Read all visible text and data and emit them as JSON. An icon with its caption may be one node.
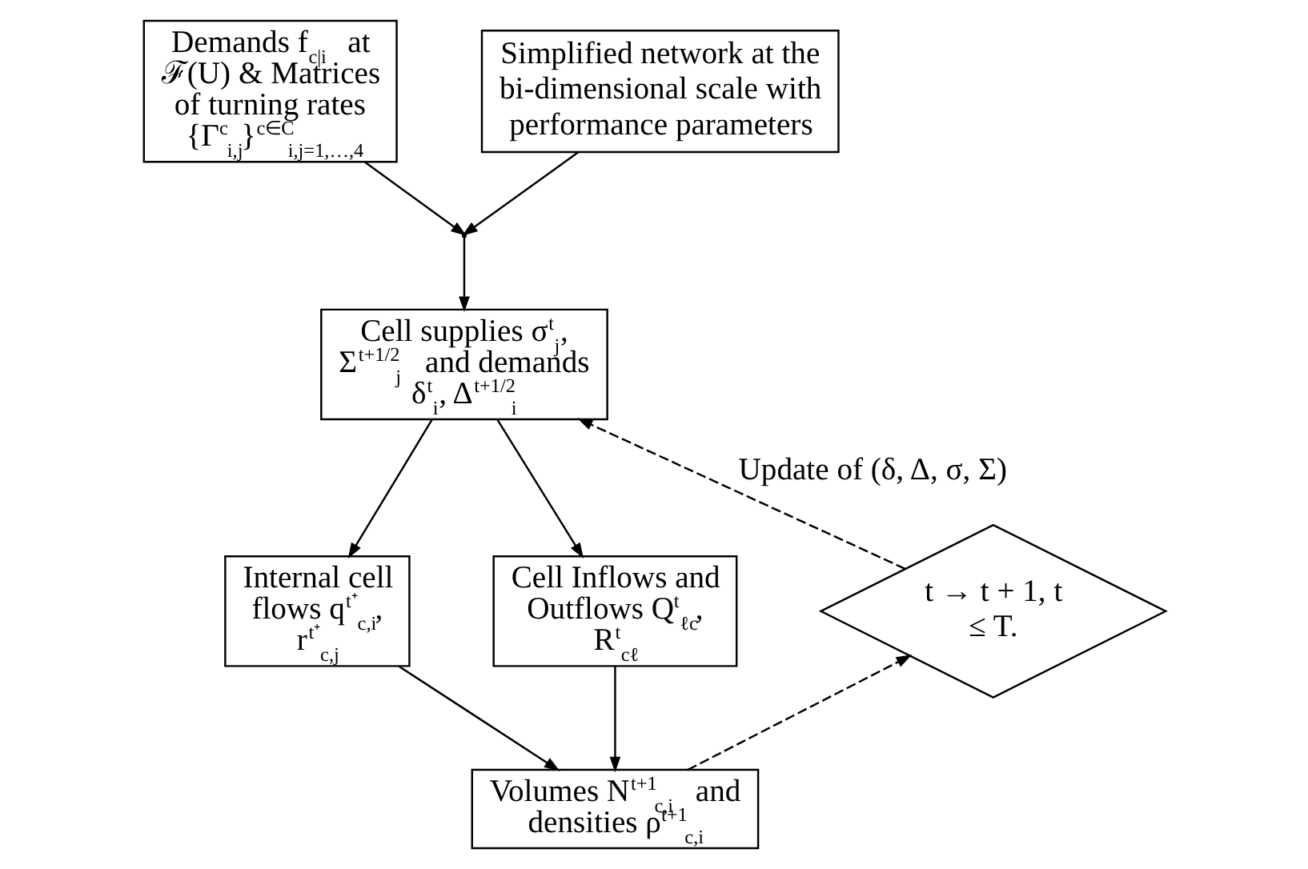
{
  "diagram": {
    "nodes": [
      {
        "text": [
          "Demands f$_{c|i}$ at ℱ(U) & Matrices of turning rates {Γ$^{c}$$_{i,j}$}$^{c∈C}$$_{i,j=1,…,4}$"
        ]
      },
      {
        "text": [
          "Simplified network at the bi-dimensional scale with performance parameters"
        ]
      },
      {
        "text": [],
        "shape": "point"
      },
      {
        "text": [
          "Cell supplies σ$^{t}$$_{j}$, Σ$^{t+1/2}$$_{j}$ and demands δ$^{t}$$_{i}$, Δ$^{t+1/2}$$_{i}$"
        ]
      },
      {
        "text": [
          "Internal cell flows q$^{t⁺}$$_{c,i}$, r$^{t⁺}$$_{c,j}$"
        ]
      },
      {
        "text": [
          "Cell Inflows and Outflows Q$^{t}$$_{ℓc}$, R$^{t}$$_{cℓ}$"
        ]
      },
      {
        "text": [
          "Volumes N$^{t+1}$$_{c,i}$ and densities ρ$^{t+1}$$_{c,i}$"
        ]
      },
      {
        "text": [
          "t → t + 1, t ≤ T."
        ]
      }
    ],
    "edges": [
      {
        "from": 0,
        "to": 2,
        "arrow": "to"
      },
      {
        "from": 1,
        "to": 2,
        "arrow": "to"
      },
      {
        "from": 2,
        "to": 3,
        "arrow": "to"
      },
      {
        "from": 3,
        "to": 4,
        "arrow": "to"
      },
      {
        "from": 3,
        "to": 5,
        "arrow": "to"
      },
      {
        "from": 4,
        "to": 6,
        "arrow": "to"
      },
      {
        "from": 5,
        "to": 6,
        "arrow": "to"
      },
      {
        "from": 6,
        "to": 7,
        "arrow": "to",
        "style": "dashed"
      },
      {
        "from": 7,
        "to": 3,
        "arrow": "to",
        "style": "dashed",
        "label": "Update of (δ, Δ, σ, Σ)"
      }
    ]
  }
}
